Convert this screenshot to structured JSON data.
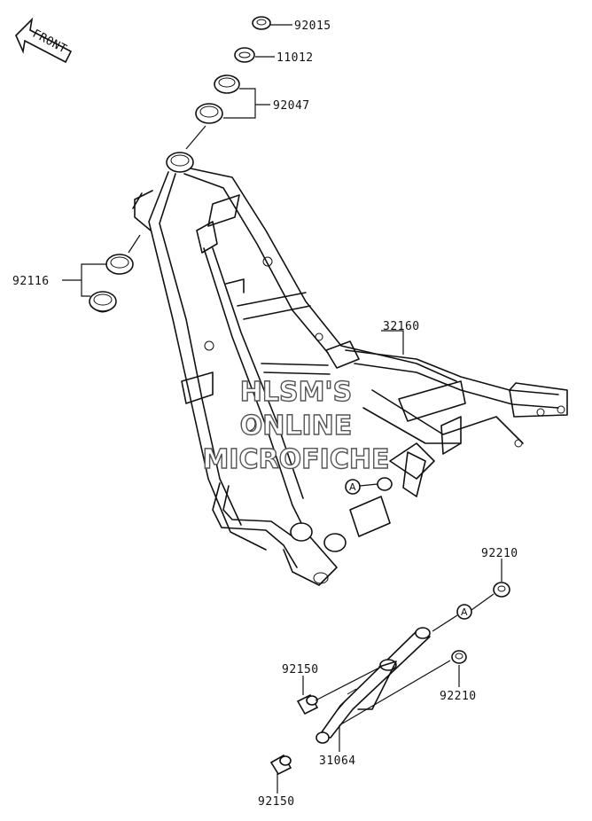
{
  "front_label": "FRONT",
  "ref_marker": "A",
  "watermark": {
    "line1": "HLSM'S",
    "line2": "ONLINE",
    "line3": "MICROFICHE"
  },
  "parts": {
    "p92015": "92015",
    "p11012": "11012",
    "p92047": "92047",
    "p92116": "92116",
    "p32160": "32160",
    "p92210_top": "92210",
    "p92210_bottom": "92210",
    "p92150_top": "92150",
    "p92150_bottom": "92150",
    "p31064": "31064"
  }
}
